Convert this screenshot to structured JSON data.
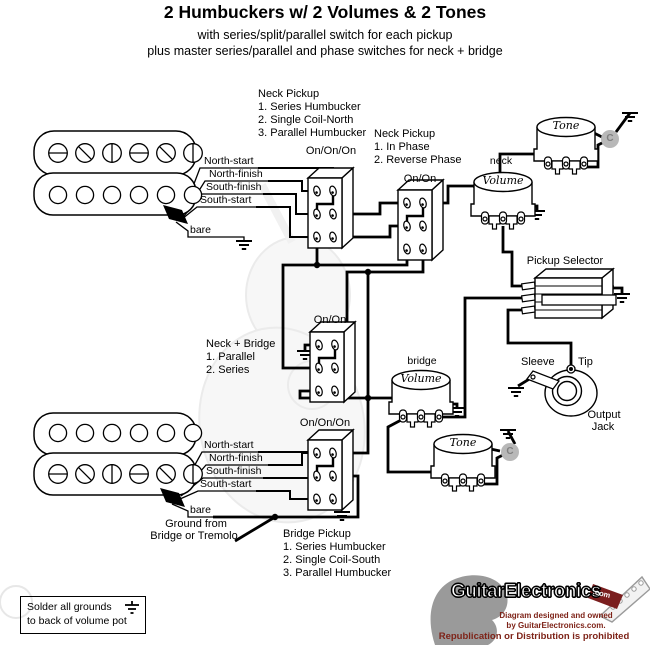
{
  "header": {
    "title": "2 Humbuckers w/ 2 Volumes & 2 Tones",
    "subtitle1": "with series/split/parallel switch for each pickup",
    "subtitle2": "plus master series/parallel and phase switches for neck + bridge"
  },
  "neck_switch": {
    "title": "Neck Pickup",
    "options": [
      "1. Series Humbucker",
      "2. Single Coil-North",
      "3. Parallel Humbucker"
    ],
    "type": "On/On/On"
  },
  "phase_switch": {
    "title": "Neck Pickup",
    "options": [
      "1. In Phase",
      "2. Reverse Phase"
    ],
    "type": "On/On"
  },
  "master_switch": {
    "title": "Neck + Bridge",
    "options": [
      "1. Parallel",
      "2. Series"
    ],
    "type": "On/On"
  },
  "bridge_switch": {
    "title": "Bridge Pickup",
    "options": [
      "1. Series Humbucker",
      "2. Single Coil-South",
      "3. Parallel Humbucker"
    ],
    "type": "On/On/On"
  },
  "neck_wires": {
    "labels": [
      "North-start",
      "North-finish",
      "South-finish",
      "South-start"
    ],
    "bare": "bare"
  },
  "bridge_wires": {
    "labels": [
      "North-start",
      "North-finish",
      "South-finish",
      "South-start"
    ],
    "bare": "bare"
  },
  "pots": {
    "neck": "neck",
    "bridge": "bridge",
    "volume": "Volume",
    "tone": "Tone",
    "cap": "C"
  },
  "selector": {
    "label": "Pickup Selector"
  },
  "jack": {
    "sleeve": "Sleeve",
    "tip": "Tip",
    "line1": "Output",
    "line2": "Jack"
  },
  "notes": {
    "ground_line1": "Ground from",
    "ground_line2": "Bridge or Tremolo",
    "solder_line1": "Solder all grounds",
    "solder_line2": "to back of volume pot"
  },
  "logo": {
    "brand": "GuitarElectronics",
    "tld": ".com",
    "credit1": "Diagram designed and owned",
    "credit2": "by GuitarElectronics.com.",
    "notice": "Republication or Distribution is prohibited"
  },
  "colors": {
    "diagram_line": "#000000",
    "capacitor_fill": "#b8b8b8",
    "capacitor_letter": "#808080",
    "logo_gray": "#9a9a9a",
    "logo_red": "#7e2318",
    "watermark": "#d8d8d8",
    "background": "#ffffff"
  }
}
